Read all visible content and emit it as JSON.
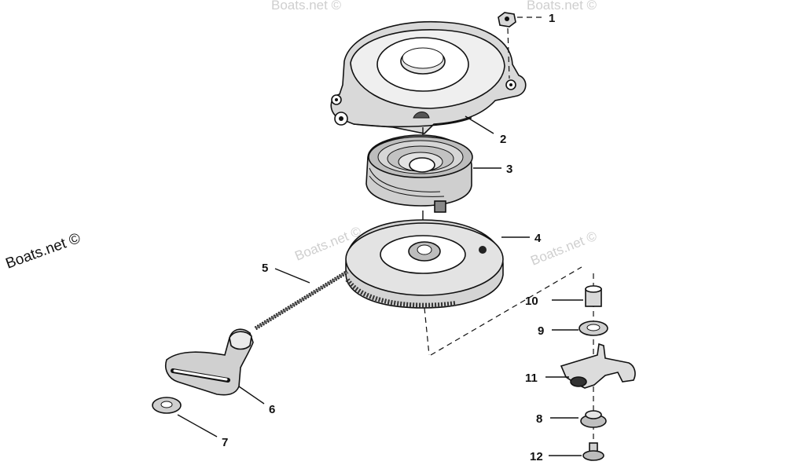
{
  "watermarks": {
    "main": "Boats.net ©",
    "faint": "Boats.net ©"
  },
  "callouts": [
    {
      "id": "nut",
      "number": "1"
    },
    {
      "id": "starter-housing",
      "number": "2"
    },
    {
      "id": "recoil-spring",
      "number": "3"
    },
    {
      "id": "pulley",
      "number": "4"
    },
    {
      "id": "starter-rope",
      "number": "5"
    },
    {
      "id": "rope-handle",
      "number": "6"
    },
    {
      "id": "handle-washer",
      "number": "7"
    },
    {
      "id": "bushing-8",
      "number": "8"
    },
    {
      "id": "washer-9",
      "number": "9"
    },
    {
      "id": "spacer-10",
      "number": "10"
    },
    {
      "id": "pawl-11",
      "number": "11"
    },
    {
      "id": "screw-12",
      "number": "12"
    }
  ]
}
